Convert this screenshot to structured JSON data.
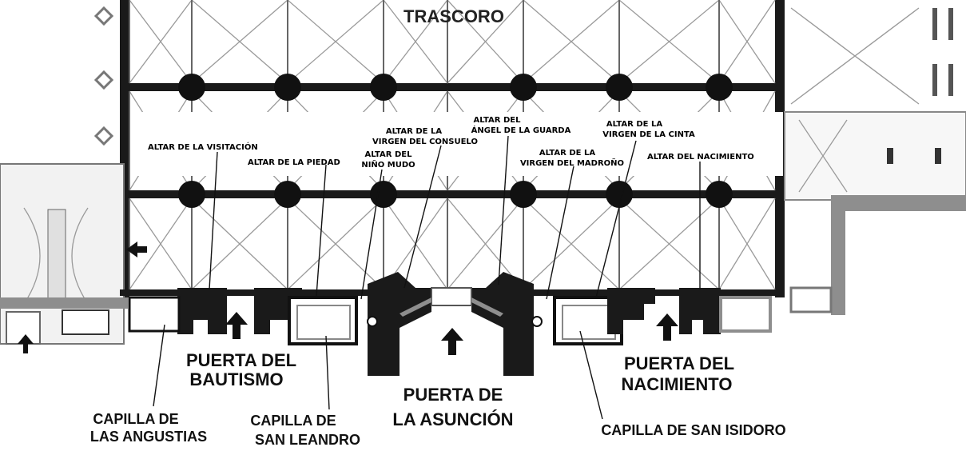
{
  "title": "TRASCORO",
  "altars": [
    {
      "id": "visitacion",
      "lines": [
        "ALTAR DE LA VISITACIÓN"
      ]
    },
    {
      "id": "piedad",
      "lines": [
        "ALTAR DE LA PIEDAD"
      ]
    },
    {
      "id": "nino-mudo",
      "lines": [
        "ALTAR DEL",
        "NIÑO MUDO"
      ]
    },
    {
      "id": "consuelo",
      "lines": [
        "ALTAR DE LA",
        "VIRGEN DEL CONSUELO"
      ]
    },
    {
      "id": "angel",
      "lines": [
        "ALTAR DEL",
        "ÁNGEL DE LA GUARDA"
      ]
    },
    {
      "id": "madrono",
      "lines": [
        "ALTAR DE LA",
        "VIRGEN DEL MADROÑO"
      ]
    },
    {
      "id": "cinta",
      "lines": [
        "ALTAR DE LA",
        "VIRGEN DE LA CINTA"
      ]
    },
    {
      "id": "nacimiento-altar",
      "lines": [
        "ALTAR DEL NACIMIENTO"
      ]
    }
  ],
  "doors": [
    {
      "id": "bautismo",
      "lines": [
        "PUERTA DEL",
        "BAUTISMO"
      ]
    },
    {
      "id": "asuncion",
      "lines": [
        "PUERTA DE",
        "LA ASUNCIÓN"
      ]
    },
    {
      "id": "nacimiento",
      "lines": [
        "PUERTA DEL",
        "NACIMIENTO"
      ]
    }
  ],
  "chapels": [
    {
      "id": "angustias",
      "lines": [
        "CAPILLA DE",
        "LAS ANGUSTIAS"
      ]
    },
    {
      "id": "san-leandro",
      "lines": [
        "CAPILLA DE",
        "SAN LEANDRO"
      ]
    },
    {
      "id": "san-isidoro",
      "lines": [
        "CAPILLA DE SAN ISIDORO"
      ]
    }
  ],
  "colors": {
    "wall": "#1a1a1a",
    "gray": "#8e8e8e",
    "background": "#ffffff"
  }
}
